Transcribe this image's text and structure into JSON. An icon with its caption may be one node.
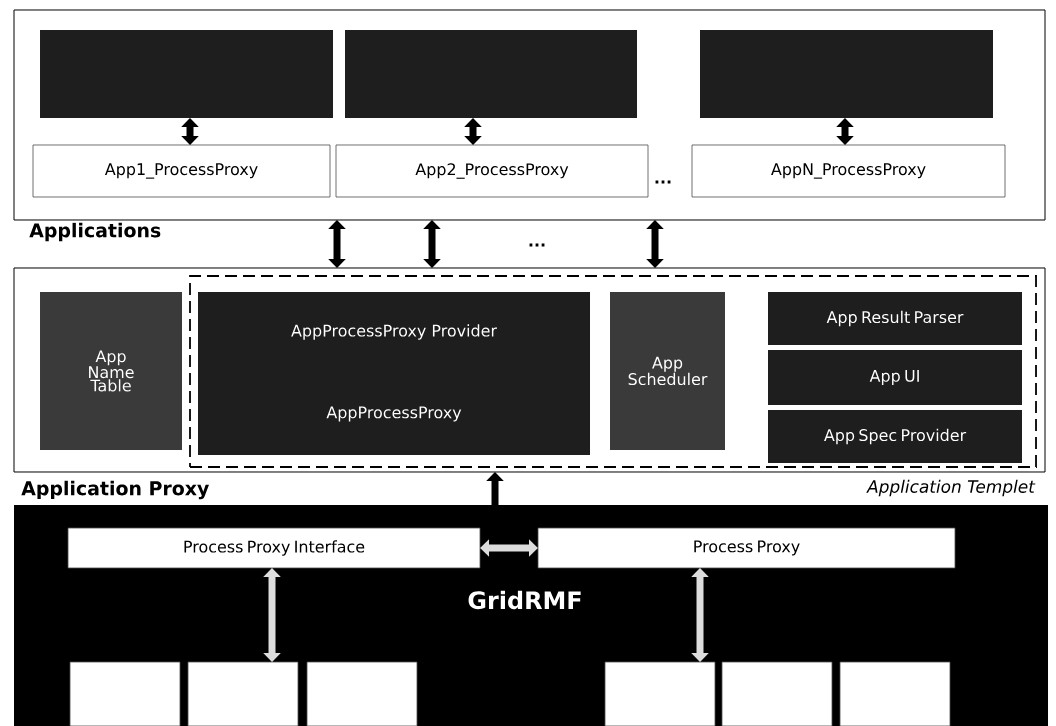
{
  "diagram": {
    "nodes": [
      {
        "text": [
          "Applications"
        ]
      },
      {
        "text": [],
        "shape": "box",
        "in": 0
      },
      {
        "text": [],
        "shape": "box",
        "in": 0
      },
      {
        "text": [],
        "shape": "box",
        "in": 0
      },
      {
        "text": [
          "App1_ProcessProxy"
        ],
        "in": 0
      },
      {
        "text": [
          "App2_ProcessProxy"
        ],
        "in": 0
      },
      {
        "text": [
          "AppN_ProcessProxy"
        ],
        "in": 0
      },
      {
        "text": [
          "Application Proxy"
        ]
      },
      {
        "text": [
          "Application Templet"
        ],
        "in": 7
      },
      {
        "text": [
          "App Name Table"
        ],
        "in": 7
      },
      {
        "text": [
          "AppProcessProxy Provider",
          "AppProcessProxy"
        ],
        "in": 8
      },
      {
        "text": [
          "App Scheduler"
        ],
        "in": 8
      },
      {
        "text": [
          "App Result Parser"
        ],
        "in": 8
      },
      {
        "text": [
          "App UI"
        ],
        "in": 8
      },
      {
        "text": [
          "App Spec Provider"
        ],
        "in": 8
      },
      {
        "text": [
          "GridRMF"
        ]
      },
      {
        "text": [
          "Process Proxy Interface"
        ],
        "in": 15
      },
      {
        "text": [
          "Process Proxy"
        ],
        "in": 15
      },
      {
        "text": [],
        "shape": "box",
        "in": 15
      },
      {
        "text": [],
        "shape": "box",
        "in": 15
      },
      {
        "text": [],
        "shape": "box",
        "in": 15
      },
      {
        "text": [],
        "shape": "box",
        "in": 15
      },
      {
        "text": [],
        "shape": "box",
        "in": 15
      },
      {
        "text": [],
        "shape": "box",
        "in": 15
      }
    ],
    "edges": [
      {
        "from": 4,
        "to": 1,
        "arrow": "both"
      },
      {
        "from": 5,
        "to": 2,
        "arrow": "both"
      },
      {
        "from": 6,
        "to": 3,
        "arrow": "both"
      },
      {
        "from": 7,
        "to": 0,
        "arrow": "both"
      },
      {
        "from": 7,
        "to": 0,
        "arrow": "both"
      },
      {
        "from": 7,
        "to": 0,
        "arrow": "both"
      },
      {
        "from": 15,
        "to": 7,
        "arrow": "to"
      },
      {
        "from": 16,
        "to": 17,
        "arrow": "both",
        "color": "#dddddd"
      },
      {
        "from": 16,
        "to": 19,
        "arrow": "both",
        "color": "#dddddd"
      },
      {
        "from": 17,
        "to": 21,
        "arrow": "both",
        "color": "#dddddd"
      }
    ],
    "labels": [
      "...",
      "..."
    ]
  }
}
